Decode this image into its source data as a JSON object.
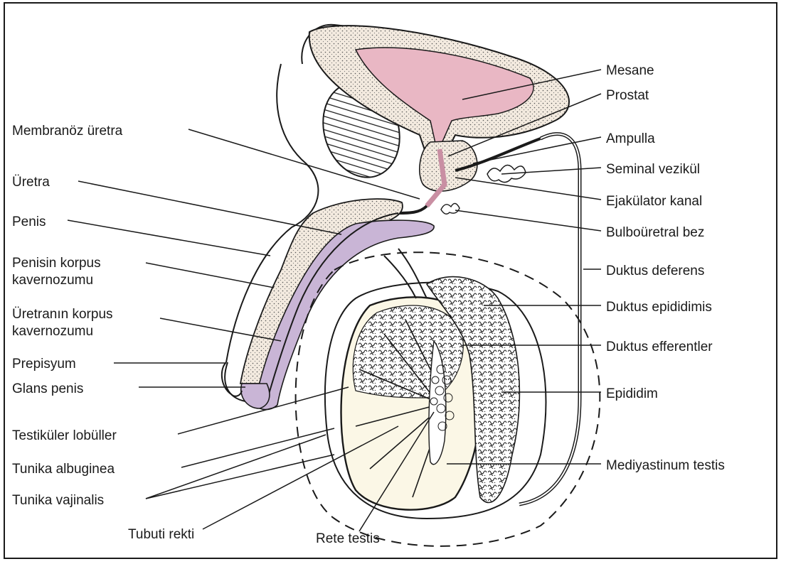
{
  "colors": {
    "bladder_fill": "#e9b7c4",
    "dotted_tissue": "#f3eadf",
    "purple_tissue": "#c9b5d6",
    "testis_fill": "#fbf7e6",
    "line": "#1a1a1a"
  },
  "labels_left": {
    "membranoz_uretra": "Membranöz üretra",
    "uretra": "Üretra",
    "penis": "Penis",
    "penisin_korpus_1": "Penisin korpus",
    "penisin_korpus_2": "kavernozumu",
    "uretranin_korpus_1": "Üretranın korpus",
    "uretranin_korpus_2": "kavernozumu",
    "prepisyum": "Prepisyum",
    "glans_penis": "Glans penis",
    "testikuler_lobuller": "Testiküler lobüller",
    "tunika_albuginea": "Tunika albuginea",
    "tunika_vajinalis": "Tunika vajinalis"
  },
  "labels_right": {
    "mesane": "Mesane",
    "prostat": "Prostat",
    "ampulla": "Ampulla",
    "seminal_vezikul": "Seminal vezikül",
    "ejakulator_kanal": "Ejakülator kanal",
    "bulbouretral_bez": "Bulboüretral bez",
    "duktus_deferens": "Duktus deferens",
    "duktus_epididimis": "Duktus epididimis",
    "duktus_efferentler": "Duktus efferentler",
    "epididim": "Epididim",
    "mediyastinum_testis": "Mediyastinum testis"
  },
  "labels_bottom": {
    "tubuti_rekti": "Tubuti rekti",
    "rete_testis": "Rete testis"
  }
}
